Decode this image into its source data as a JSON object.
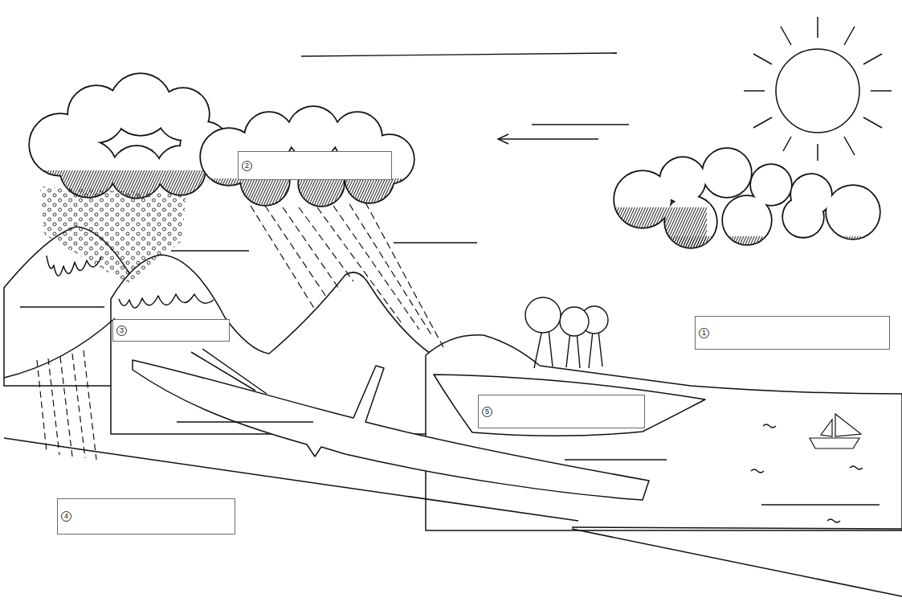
{
  "diagram": {
    "nodes": [
      {
        "text": [
          "2"
        ]
      },
      {
        "text": [
          "3"
        ]
      },
      {
        "text": [
          "1"
        ]
      },
      {
        "text": [
          "5"
        ]
      },
      {
        "text": [
          "4"
        ]
      }
    ]
  }
}
